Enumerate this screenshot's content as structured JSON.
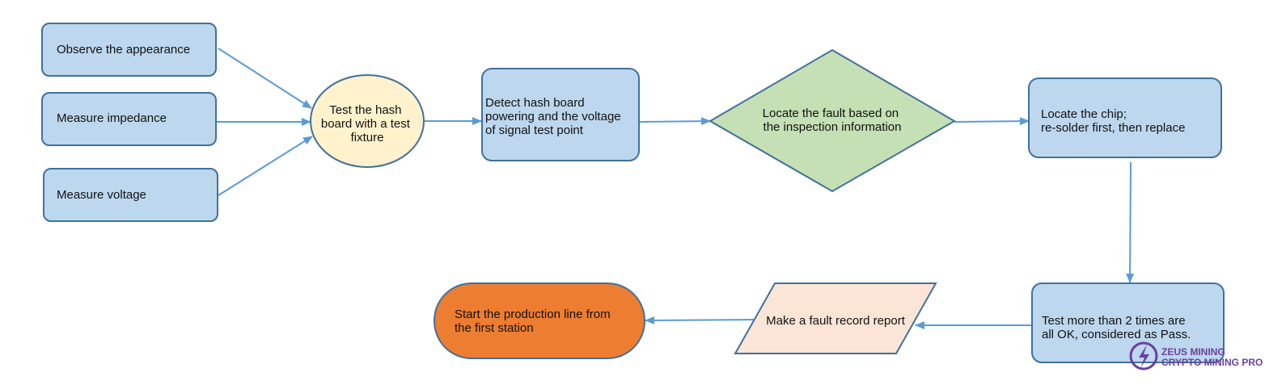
{
  "colors": {
    "box_fill": "#bdd7ee",
    "box_stroke": "#41719c",
    "ellipse_fill": "#fff2cc",
    "diamond_fill": "#c5e0b4",
    "parallelogram_fill": "#fbe5d6",
    "terminal_fill": "#ed7d31",
    "arrow": "#5b9bd5",
    "logo": "#6a3fa0"
  },
  "nodes": {
    "observe": {
      "lines": [
        "Observe the appearance"
      ]
    },
    "impedance": {
      "lines": [
        "Measure impedance"
      ]
    },
    "voltage": {
      "lines": [
        "Measure voltage"
      ]
    },
    "fixture": {
      "lines": [
        "Test the hash",
        "board with a test",
        "fixture"
      ]
    },
    "detect": {
      "lines": [
        "Detect hash board",
        "powering and the voltage",
        "of signal test point"
      ]
    },
    "locate_fault": {
      "lines": [
        "Locate the fault based on",
        "the inspection information"
      ]
    },
    "locate_chip": {
      "lines": [
        "Locate the chip;",
        "re-solder first, then replace"
      ]
    },
    "test_pass": {
      "lines": [
        "Test more than 2 times are",
        "all OK, considered as Pass."
      ]
    },
    "report": {
      "lines": [
        "Make a fault record report"
      ]
    },
    "restart": {
      "lines": [
        "Start the production line from",
        "the first station"
      ]
    }
  },
  "logo": {
    "icon": "lightning-circle-icon",
    "line1": "ZEUS MINING",
    "line2": "CRYPTO MINING PRO"
  }
}
